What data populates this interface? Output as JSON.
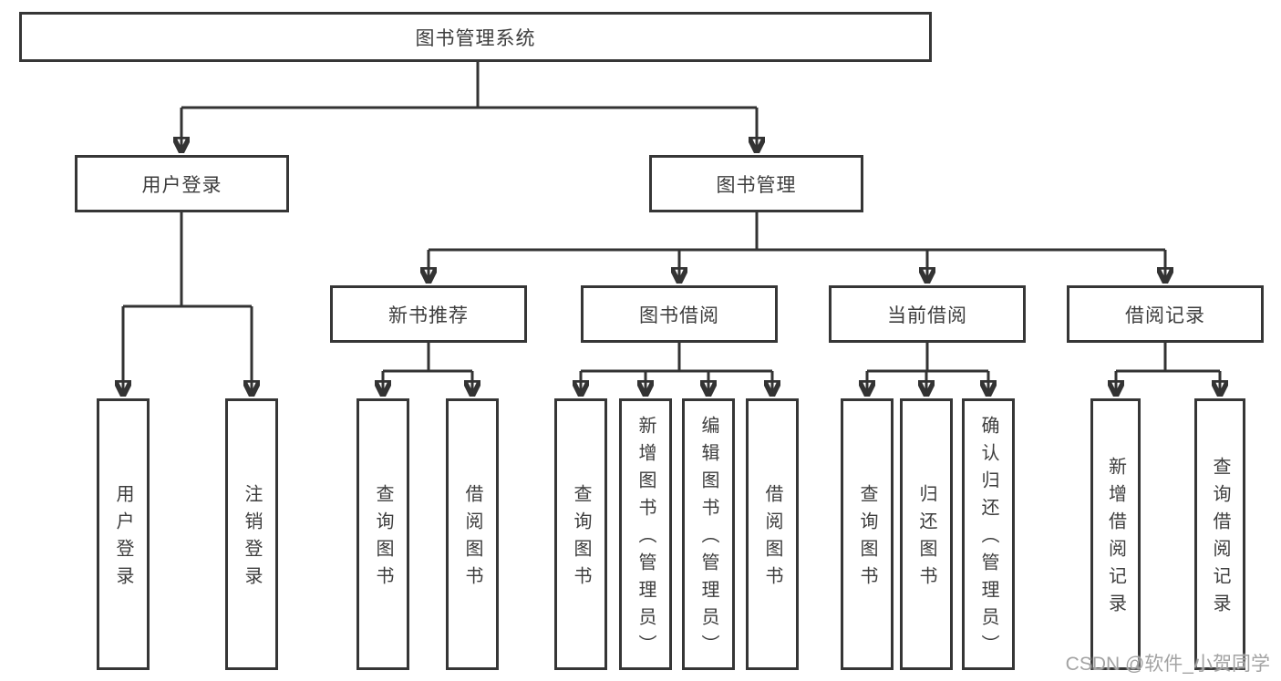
{
  "diagram": {
    "root": {
      "label": "图书管理系统"
    },
    "level2": [
      {
        "id": "user-login",
        "label": "用户登录"
      },
      {
        "id": "book-management",
        "label": "图书管理"
      }
    ],
    "level3": [
      {
        "id": "new-book-recommend",
        "label": "新书推荐"
      },
      {
        "id": "book-borrow",
        "label": "图书借阅"
      },
      {
        "id": "current-borrow",
        "label": "当前借阅"
      },
      {
        "id": "borrow-record",
        "label": "借阅记录"
      }
    ],
    "leaves": [
      {
        "id": "user-login-leaf",
        "parent": "用户登录",
        "label": "用户登录"
      },
      {
        "id": "logout-leaf",
        "parent": "用户登录",
        "label": "注销登录"
      },
      {
        "id": "recommend-query-books",
        "parent": "新书推荐",
        "label": "查询图书"
      },
      {
        "id": "recommend-borrow-books",
        "parent": "新书推荐",
        "label": "借阅图书"
      },
      {
        "id": "borrow-query-books",
        "parent": "图书借阅",
        "label": "查询图书"
      },
      {
        "id": "borrow-add-books-admin",
        "parent": "图书借阅",
        "label": "新增图书（管理员）"
      },
      {
        "id": "borrow-edit-books-admin",
        "parent": "图书借阅",
        "label": "编辑图书（管理员）"
      },
      {
        "id": "borrow-borrow-books",
        "parent": "图书借阅",
        "label": "借阅图书"
      },
      {
        "id": "current-query-books",
        "parent": "当前借阅",
        "label": "查询图书"
      },
      {
        "id": "current-return-books",
        "parent": "当前借阅",
        "label": "归还图书"
      },
      {
        "id": "current-confirm-return-admin",
        "parent": "当前借阅",
        "label": "确认归还（管理员）"
      },
      {
        "id": "record-add-borrow-record",
        "parent": "借阅记录",
        "label": "新增借阅记录"
      },
      {
        "id": "record-query-borrow-record",
        "parent": "借阅记录",
        "label": "查询借阅记录"
      }
    ]
  },
  "watermark": {
    "text": "CSDN @软件_小贺同学"
  },
  "colors": {
    "line": "#333333",
    "border": "#363636",
    "text": "#3d3d3d",
    "watermark": "#a3a3a3",
    "background": "#ffffff"
  }
}
